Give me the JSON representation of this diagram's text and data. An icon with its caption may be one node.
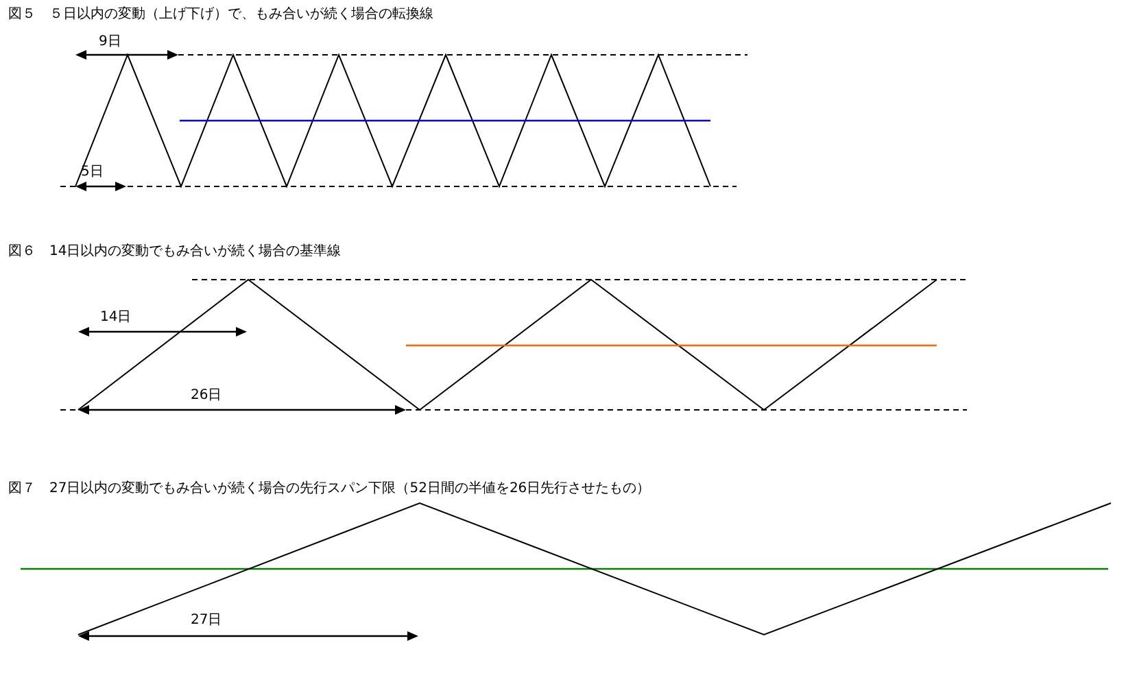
{
  "diagram": {
    "labels": [
      "図５　５日以内の変動（上げ下げ）で、もみ合いが続く場合の転換線",
      "9日",
      "5日",
      "図６　14日以内の変動でもみ合いが続く場合の基準線",
      "14日",
      "26日",
      "図７　27日以内の変動でもみ合いが続く場合の先行スパン下限（52日間の半値を26日先行させたもの）",
      "27日"
    ]
  }
}
